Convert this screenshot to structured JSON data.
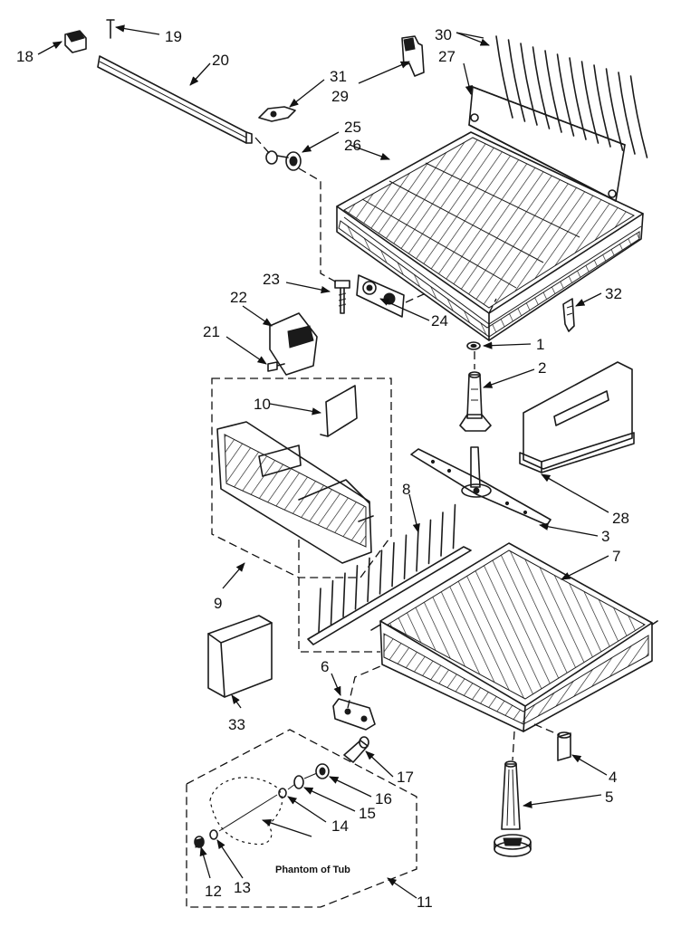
{
  "callouts": [
    {
      "id": "c18",
      "text": "18"
    },
    {
      "id": "c19",
      "text": "19"
    },
    {
      "id": "c20",
      "text": "20"
    },
    {
      "id": "c30",
      "text": "30"
    },
    {
      "id": "c27",
      "text": "27"
    },
    {
      "id": "c31",
      "text": "31"
    },
    {
      "id": "c29",
      "text": "29"
    },
    {
      "id": "c25",
      "text": "25"
    },
    {
      "id": "c26",
      "text": "26"
    },
    {
      "id": "c23",
      "text": "23"
    },
    {
      "id": "c22",
      "text": "22"
    },
    {
      "id": "c24",
      "text": "24"
    },
    {
      "id": "c32",
      "text": "32"
    },
    {
      "id": "c21",
      "text": "21"
    },
    {
      "id": "c1",
      "text": "1"
    },
    {
      "id": "c2",
      "text": "2"
    },
    {
      "id": "c10",
      "text": "10"
    },
    {
      "id": "c8",
      "text": "8"
    },
    {
      "id": "c28",
      "text": "28"
    },
    {
      "id": "c3",
      "text": "3"
    },
    {
      "id": "c7",
      "text": "7"
    },
    {
      "id": "c9",
      "text": "9"
    },
    {
      "id": "c6",
      "text": "6"
    },
    {
      "id": "c33",
      "text": "33"
    },
    {
      "id": "c4",
      "text": "4"
    },
    {
      "id": "c5",
      "text": "5"
    },
    {
      "id": "c17",
      "text": "17"
    },
    {
      "id": "c16",
      "text": "16"
    },
    {
      "id": "c15",
      "text": "15"
    },
    {
      "id": "c14",
      "text": "14"
    },
    {
      "id": "c13",
      "text": "13"
    },
    {
      "id": "c12",
      "text": "12"
    },
    {
      "id": "c11",
      "text": "11"
    }
  ],
  "phantom_label": "Phantom of Tub"
}
